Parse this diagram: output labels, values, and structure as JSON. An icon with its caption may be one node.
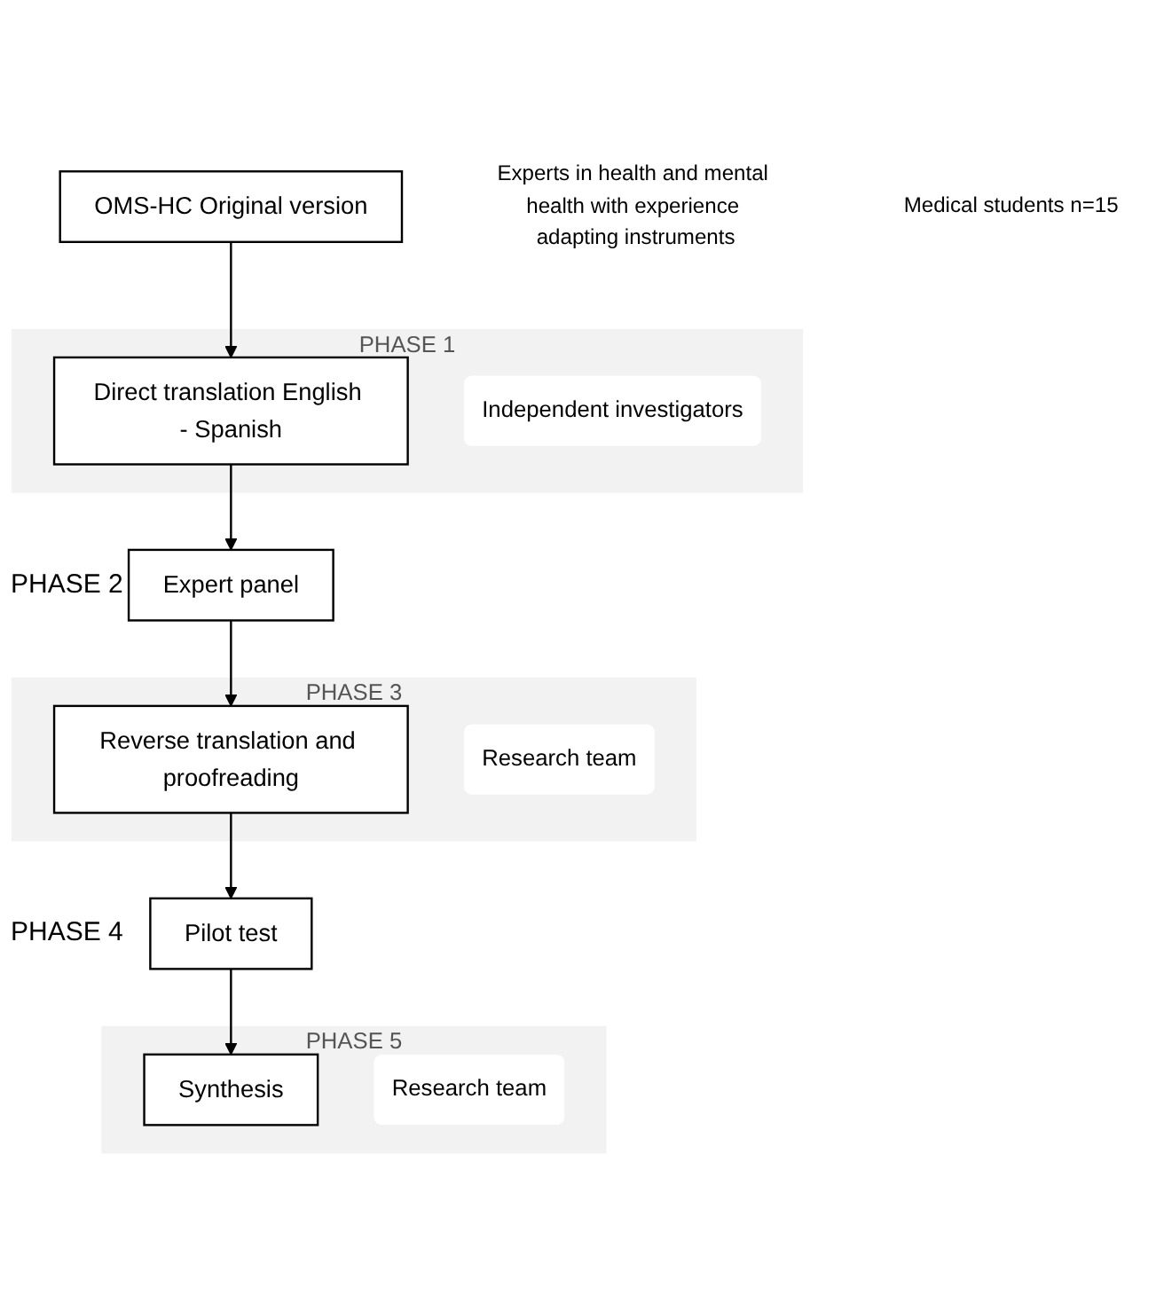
{
  "diagram": {
    "nodes": [
      {
        "text": [
          "OMS-HC Original version"
        ]
      },
      {
        "text": [
          "PHASE 1"
        ]
      },
      {
        "text": [
          "Direct translation English - Spanish"
        ],
        "in": 1
      },
      {
        "text": [
          "Independent investigators"
        ],
        "in": 1
      },
      {
        "text": [
          "Expert panel"
        ]
      },
      {
        "text": [
          "Experts in health and mental health with experience adapting instruments"
        ]
      },
      {
        "text": [
          "PHASE 3"
        ]
      },
      {
        "text": [
          "Reverse translation and proofreading"
        ],
        "in": 6
      },
      {
        "text": [
          "Research team"
        ],
        "in": 6
      },
      {
        "text": [
          "Pilot test"
        ]
      },
      {
        "text": [
          "Medical students n=15"
        ]
      },
      {
        "text": [
          "PHASE 5"
        ]
      },
      {
        "text": [
          "Synthesis"
        ],
        "in": 11
      },
      {
        "text": [
          "Research team"
        ],
        "in": 11
      }
    ],
    "edges": [
      {
        "from": 0,
        "to": 2,
        "arrow": "to"
      },
      {
        "from": 2,
        "to": 4,
        "arrow": "to"
      },
      {
        "from": 4,
        "to": 7,
        "arrow": "to"
      },
      {
        "from": 7,
        "to": 9,
        "arrow": "to"
      },
      {
        "from": 9,
        "to": 12,
        "arrow": "to"
      }
    ],
    "labels": [
      "PHASE 2",
      "PHASE 4"
    ]
  }
}
